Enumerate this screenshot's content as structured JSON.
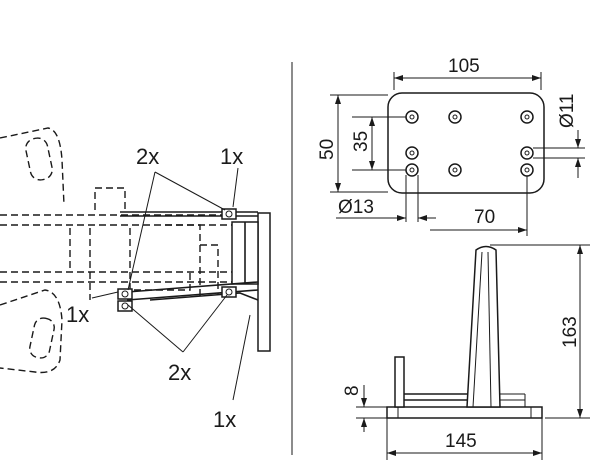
{
  "left_view": {
    "callouts": {
      "top_left": "2x",
      "top_right": "1x",
      "mid_left": "1x",
      "bottom_left": "2x",
      "bottom_right": "1x"
    }
  },
  "plate_view": {
    "dims": {
      "width": "105",
      "height": "50",
      "inner_height": "35",
      "hole_big": "Ø11",
      "hole_small": "Ø13",
      "spacing": "70"
    }
  },
  "side_view": {
    "dims": {
      "height": "163",
      "thickness": "8",
      "length": "145"
    }
  }
}
